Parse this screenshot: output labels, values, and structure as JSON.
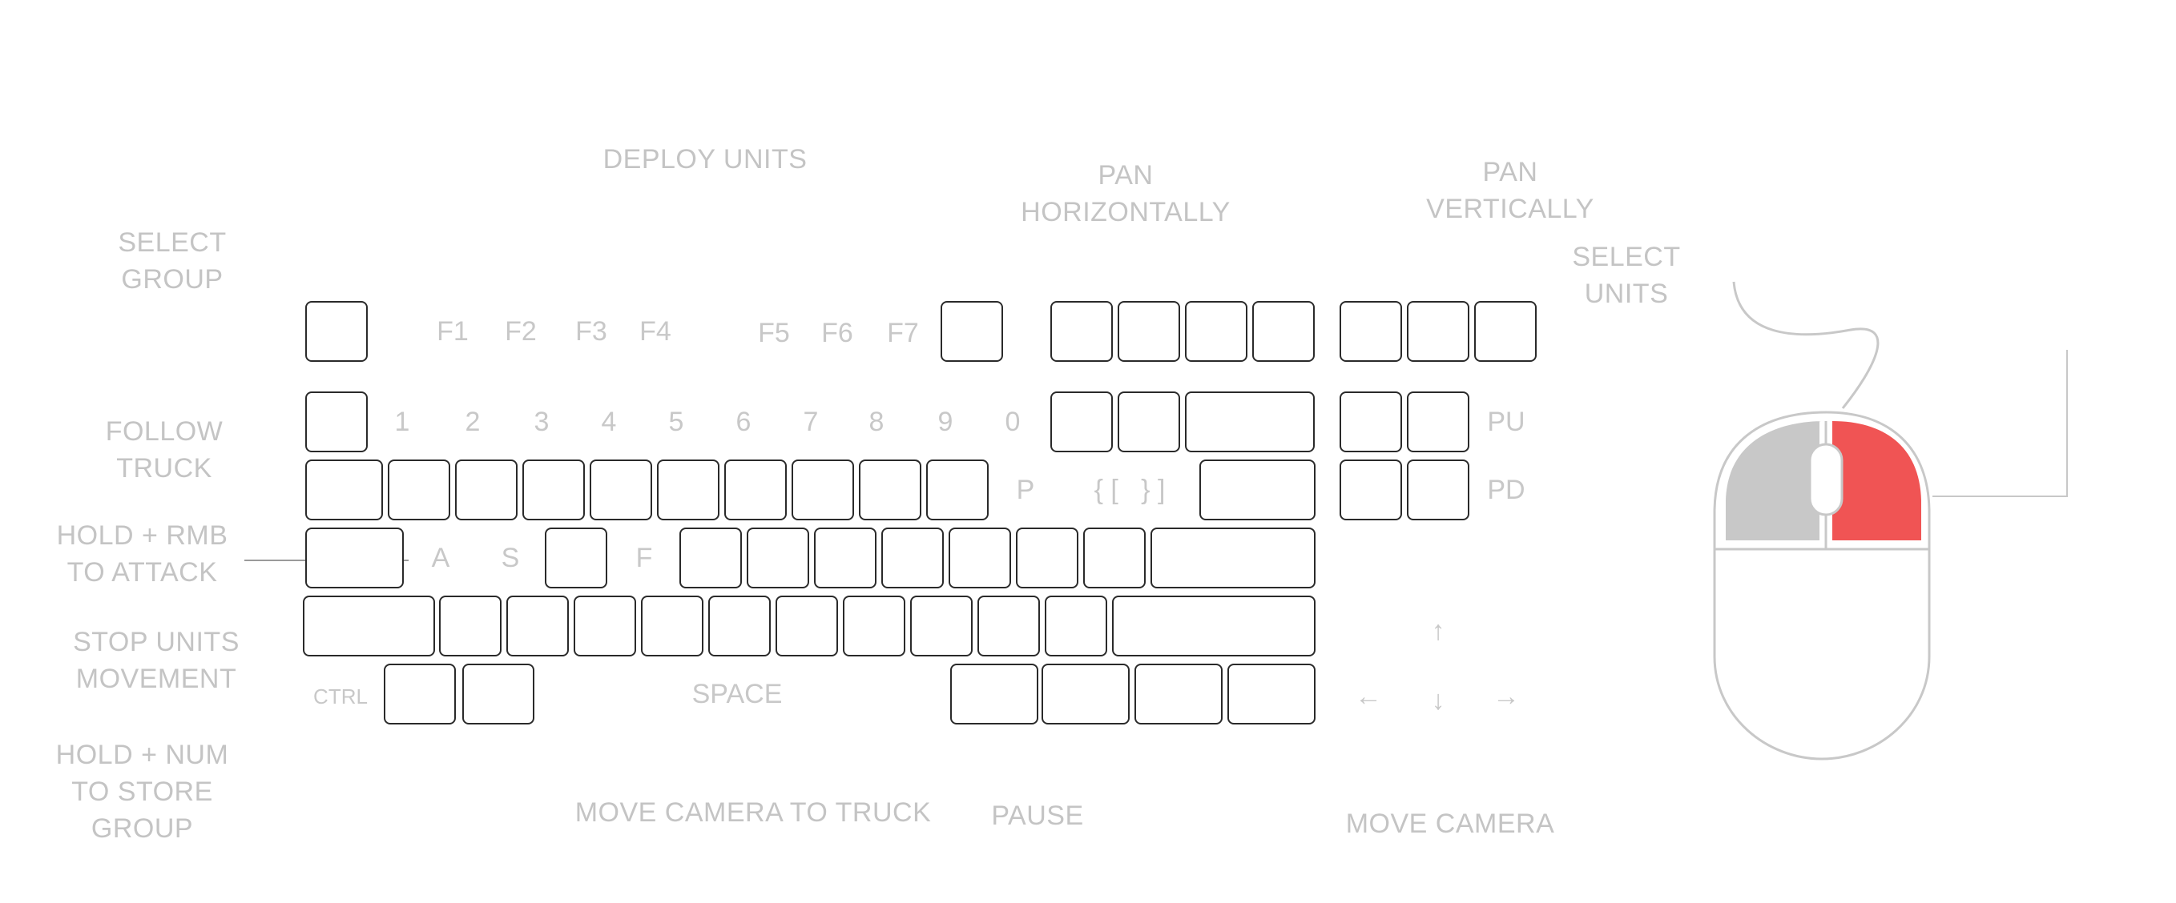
{
  "action_labels": {
    "deploy_units": "DEPLOY UNITS",
    "pan_horizontally": "PAN\nHORIZONTALLY",
    "pan_vertically": "PAN\nVERTICALLY",
    "select_group": "SELECT\nGROUP",
    "select_units": "SELECT\nUNITS",
    "follow_truck": "FOLLOW\nTRUCK",
    "hold_rmb_attack": "HOLD + RMB\nTO ATTACK",
    "stop_units": "STOP UNITS\nMOVEMENT",
    "hold_num_store": "HOLD + NUM\nTO STORE\nGROUP",
    "move_camera_truck": "MOVE CAMERA TO TRUCK",
    "pause": "PAUSE",
    "move_camera": "MOVE CAMERA"
  },
  "key_labels": {
    "f1": "F1",
    "f2": "F2",
    "f3": "F3",
    "f4": "F4",
    "f5": "F5",
    "f6": "F6",
    "f7": "F7",
    "n1": "1",
    "n2": "2",
    "n3": "3",
    "n4": "4",
    "n5": "5",
    "n6": "6",
    "n7": "7",
    "n8": "8",
    "n9": "9",
    "n0": "0",
    "p": "P",
    "brackets": "{ [   } ]",
    "a": "A",
    "s": "S",
    "f": "F",
    "ctrl": "CTRL",
    "space": "SPACE",
    "pu": "PU",
    "pd": "PD",
    "arrow_up": "↑",
    "arrow_down": "↓",
    "arrow_left": "←",
    "arrow_right": "→"
  },
  "colors": {
    "label_gray": "#c4c4c4",
    "key_border": "#2a2a2a",
    "mouse_outline": "#c8c8c8",
    "left_button_fill": "#c8c8c8",
    "right_button_fill": "#f05454"
  },
  "mouse": {
    "left_button_state": "inactive",
    "right_button_state": "highlighted"
  }
}
